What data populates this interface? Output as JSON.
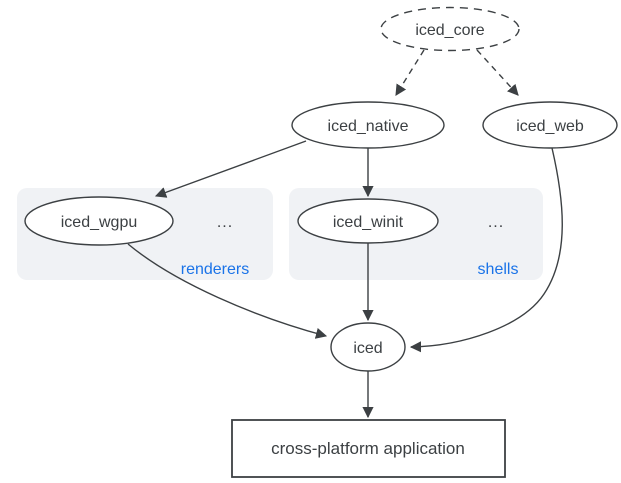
{
  "colors": {
    "background": "#ffffff",
    "node_fill": "#ffffff",
    "node_stroke": "#3c4043",
    "text": "#3c4043",
    "edge": "#3c4043",
    "group_fill": "#f0f2f5",
    "group_label": "#1a73e8"
  },
  "nodes": {
    "iced_core": "iced_core",
    "iced_native": "iced_native",
    "iced_web": "iced_web",
    "iced_wgpu": "iced_wgpu",
    "iced_winit": "iced_winit",
    "iced": "iced",
    "application": "cross-platform application"
  },
  "groups": {
    "renderers": {
      "label": "renderers",
      "more": "..."
    },
    "shells": {
      "label": "shells",
      "more": "..."
    }
  },
  "edges": [
    {
      "from": "iced_core",
      "to": "iced_native",
      "style": "dashed"
    },
    {
      "from": "iced_core",
      "to": "iced_web",
      "style": "dashed"
    },
    {
      "from": "iced_native",
      "to": "iced_wgpu",
      "style": "solid"
    },
    {
      "from": "iced_native",
      "to": "iced_winit",
      "style": "solid"
    },
    {
      "from": "iced_wgpu",
      "to": "iced",
      "style": "solid"
    },
    {
      "from": "iced_winit",
      "to": "iced",
      "style": "solid"
    },
    {
      "from": "iced_web",
      "to": "iced",
      "style": "solid"
    },
    {
      "from": "iced",
      "to": "application",
      "style": "solid"
    }
  ]
}
